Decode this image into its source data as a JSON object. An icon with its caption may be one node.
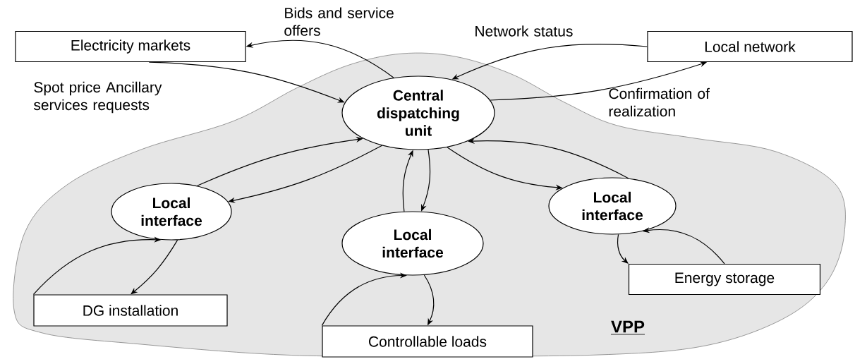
{
  "diagram": {
    "nodes": [
      {
        "text": [
          "Electricity markets"
        ]
      },
      {
        "text": [
          "Local network"
        ]
      },
      {
        "text": [
          "VPP"
        ]
      },
      {
        "text": [
          "Central dispatching unit"
        ],
        "in": 2
      },
      {
        "text": [
          "Local interface"
        ],
        "in": 2
      },
      {
        "text": [
          "Local interface"
        ],
        "in": 2
      },
      {
        "text": [
          "Local interface"
        ],
        "in": 2
      },
      {
        "text": [
          "DG installation"
        ],
        "in": 2
      },
      {
        "text": [
          "Controllable loads"
        ],
        "in": 2
      },
      {
        "text": [
          "Energy storage"
        ],
        "in": 2
      }
    ],
    "edges": [
      {
        "from": 3,
        "to": 0,
        "arrow": "to",
        "label": "Bids and service offers"
      },
      {
        "from": 0,
        "to": 3,
        "arrow": "to",
        "label": "Spot price Ancillary services requests"
      },
      {
        "from": 1,
        "to": 3,
        "arrow": "to",
        "label": "Network status"
      },
      {
        "from": 3,
        "to": 1,
        "arrow": "to",
        "label": "Confirmation of realization"
      },
      {
        "from": 4,
        "to": 3,
        "arrow": "to"
      },
      {
        "from": 3,
        "to": 4,
        "arrow": "to"
      },
      {
        "from": 5,
        "to": 3,
        "arrow": "to"
      },
      {
        "from": 3,
        "to": 5,
        "arrow": "to"
      },
      {
        "from": 3,
        "to": 6,
        "arrow": "to"
      },
      {
        "from": 6,
        "to": 3,
        "arrow": "to"
      },
      {
        "from": 7,
        "to": 4,
        "arrow": "to"
      },
      {
        "from": 4,
        "to": 7,
        "arrow": "to"
      },
      {
        "from": 8,
        "to": 5,
        "arrow": "to"
      },
      {
        "from": 5,
        "to": 8,
        "arrow": "to"
      },
      {
        "from": 6,
        "to": 9,
        "arrow": "to"
      },
      {
        "from": 9,
        "to": 6,
        "arrow": "to"
      }
    ]
  }
}
